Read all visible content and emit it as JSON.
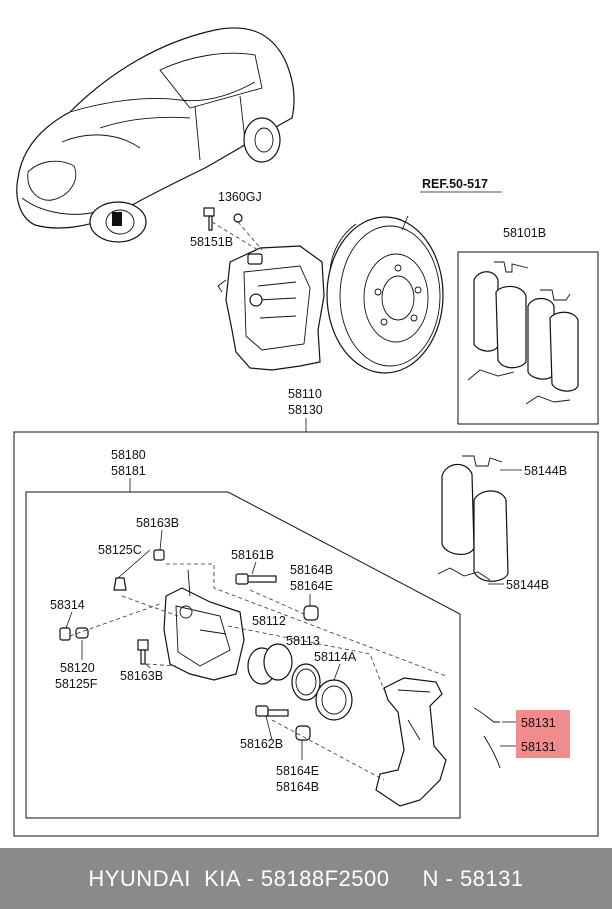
{
  "labels": {
    "p1360gj": "1360GJ",
    "p58151b": "58151B",
    "ref": "REF.50-517",
    "p58101b": "58101B",
    "p58110": "58110",
    "p58130": "58130",
    "p58180": "58180",
    "p58181": "58181",
    "p58144b_top": "58144B",
    "p58144b_bottom": "58144B",
    "p58163b_top": "58163B",
    "p58125c": "58125C",
    "p58161b": "58161B",
    "p58164b_top": "58164B",
    "p58164e_top": "58164E",
    "p58314": "58314",
    "p58112": "58112",
    "p58113": "58113",
    "p58114a": "58114A",
    "p58120": "58120",
    "p58125f": "58125F",
    "p58163b_bottom": "58163B",
    "p58162b": "58162B",
    "p58164e_bottom": "58164E",
    "p58164b_bottom": "58164B",
    "p58131_a": "58131",
    "p58131_b": "58131"
  },
  "colors": {
    "highlight": "#f28b8b",
    "footer_bg": "#8a8a8a",
    "footer_text": "#ffffff"
  },
  "footer": {
    "text": "HYUNDAI  KIA - 58188F2500     N - 58131"
  }
}
